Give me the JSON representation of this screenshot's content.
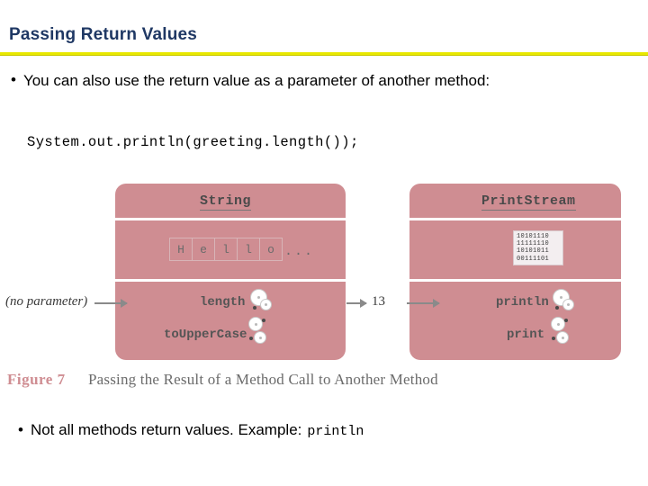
{
  "slide": {
    "title": "Passing Return Values",
    "accent_rule_color": "#e8e800",
    "title_color": "#1f3864"
  },
  "bullets": [
    {
      "marker": "•",
      "text": "You can also use the return value as a parameter of another method:"
    },
    {
      "marker": "•",
      "text": "Not all methods return values. Example:",
      "code_suffix": "println"
    }
  ],
  "code": {
    "line": "System.out.println(greeting.length());"
  },
  "figure": {
    "box_color": "#cf8d92",
    "left_class": {
      "name": "String",
      "chars": [
        "H",
        "e",
        "l",
        "l",
        "o"
      ],
      "ellipsis": "...",
      "methods": [
        "length",
        "toUpperCase"
      ]
    },
    "right_class": {
      "name": "PrintStream",
      "binary": [
        "10101110",
        "11111110",
        "10101011",
        "00111101"
      ],
      "methods": [
        "println",
        "print"
      ]
    },
    "no_parameter_label": "(no parameter)",
    "value_label": "13",
    "caption_label": "Figure 7",
    "caption_text": "Passing the Result of a Method Call to Another Method"
  }
}
